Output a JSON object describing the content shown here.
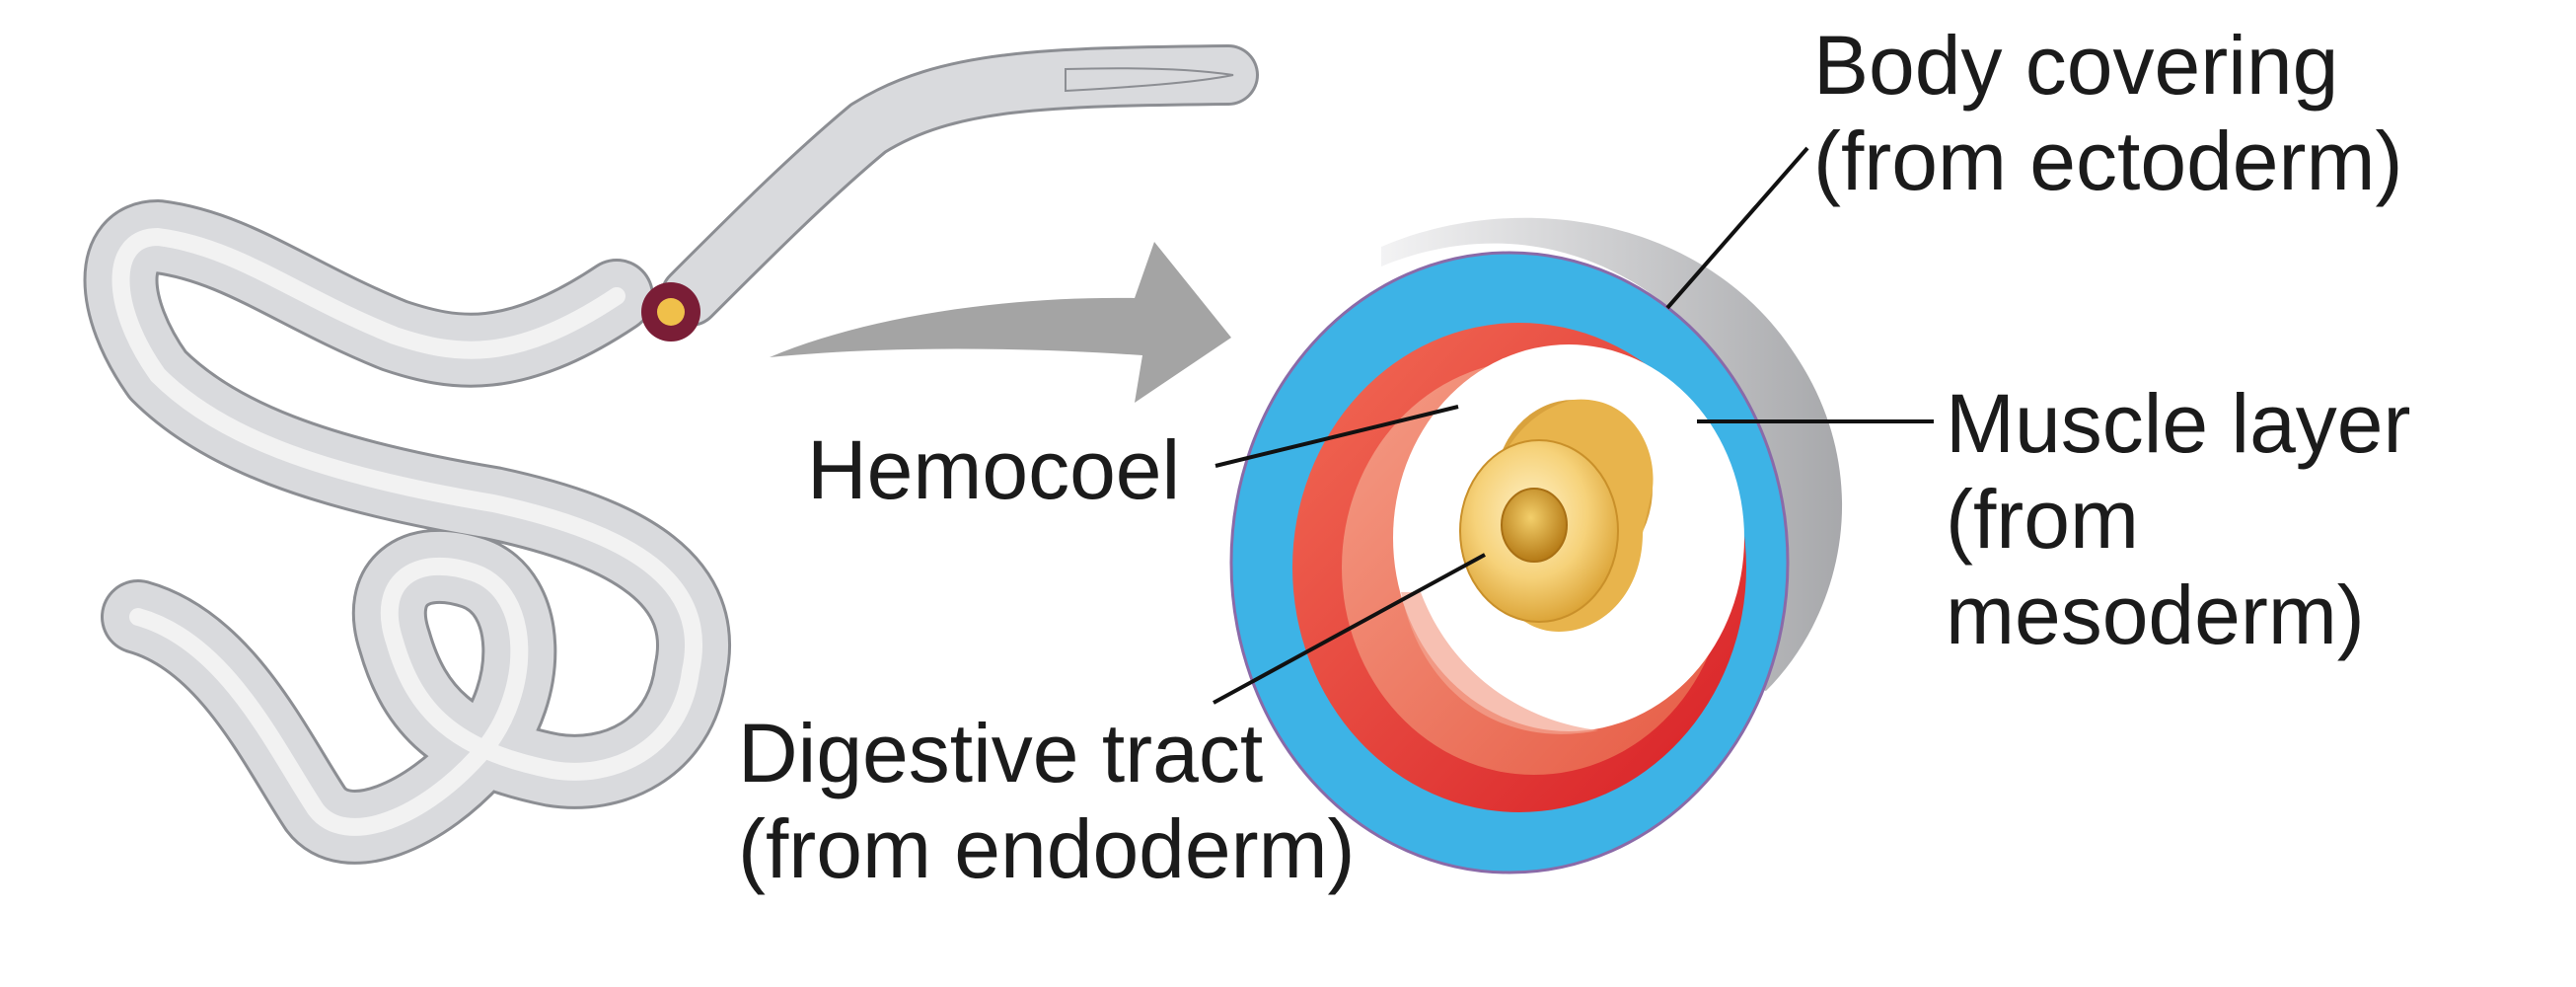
{
  "labels": {
    "body_covering": [
      "Body covering",
      "(from ectoderm)"
    ],
    "muscle_layer": [
      "Muscle layer",
      "(from",
      "mesoderm)"
    ],
    "hemocoel": [
      "Hemocoel"
    ],
    "digestive_tract": [
      "Digestive tract",
      "(from endoderm)"
    ]
  },
  "colors": {
    "worm_body": "#d9dadd",
    "worm_outline": "#8c8e93",
    "arrow": "#a4a4a4",
    "body_covering": "#3db3e6",
    "muscle_layer": "#e0342d",
    "hemocoel": "#ffffff",
    "digestive_tract": "#f2c45c",
    "leader_line": "#111111"
  }
}
